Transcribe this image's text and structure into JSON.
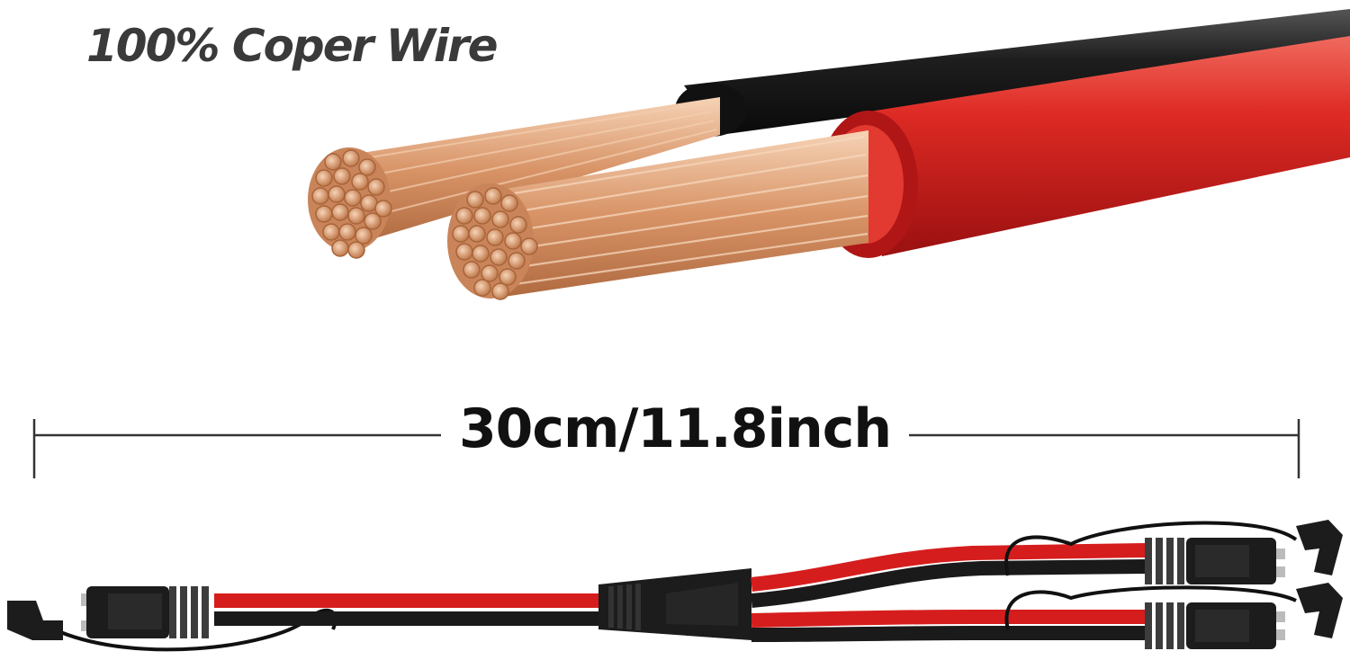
{
  "headline": "100% Coper Wire",
  "dimension_label": "30cm/11.8inch",
  "colors": {
    "copper": "#d9926a",
    "copper_light": "#f2c9a8",
    "insulation_red": "#d41e1e",
    "insulation_black": "#1a1a1a",
    "text": "#3a3a3a"
  },
  "icons": [
    "copper-wire-closeup",
    "sae-y-splitter-cable",
    "sae-connector"
  ]
}
